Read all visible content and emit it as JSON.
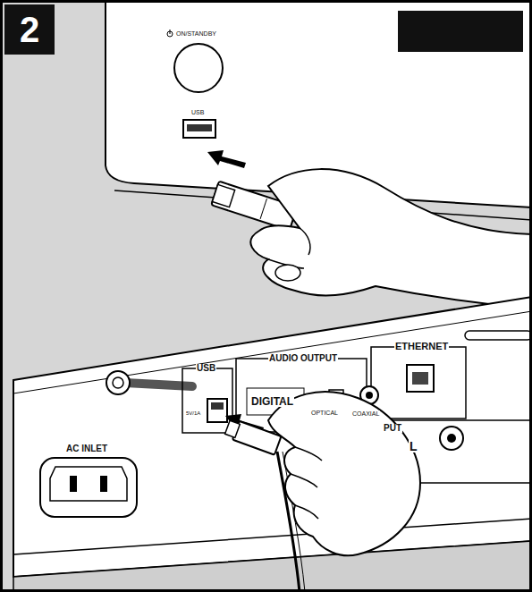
{
  "diagram": {
    "nodes": [
      {
        "text": [
          "2"
        ]
      }
    ],
    "labels": [
      "ON/STANDBY",
      "USB",
      "USB",
      "AUDIO OUTPUT",
      "ETHERNET",
      "5V/1A",
      "DIGITAL",
      "OPTICAL",
      "COAXIAL",
      "AC INLET",
      "PUT",
      "L"
    ]
  }
}
